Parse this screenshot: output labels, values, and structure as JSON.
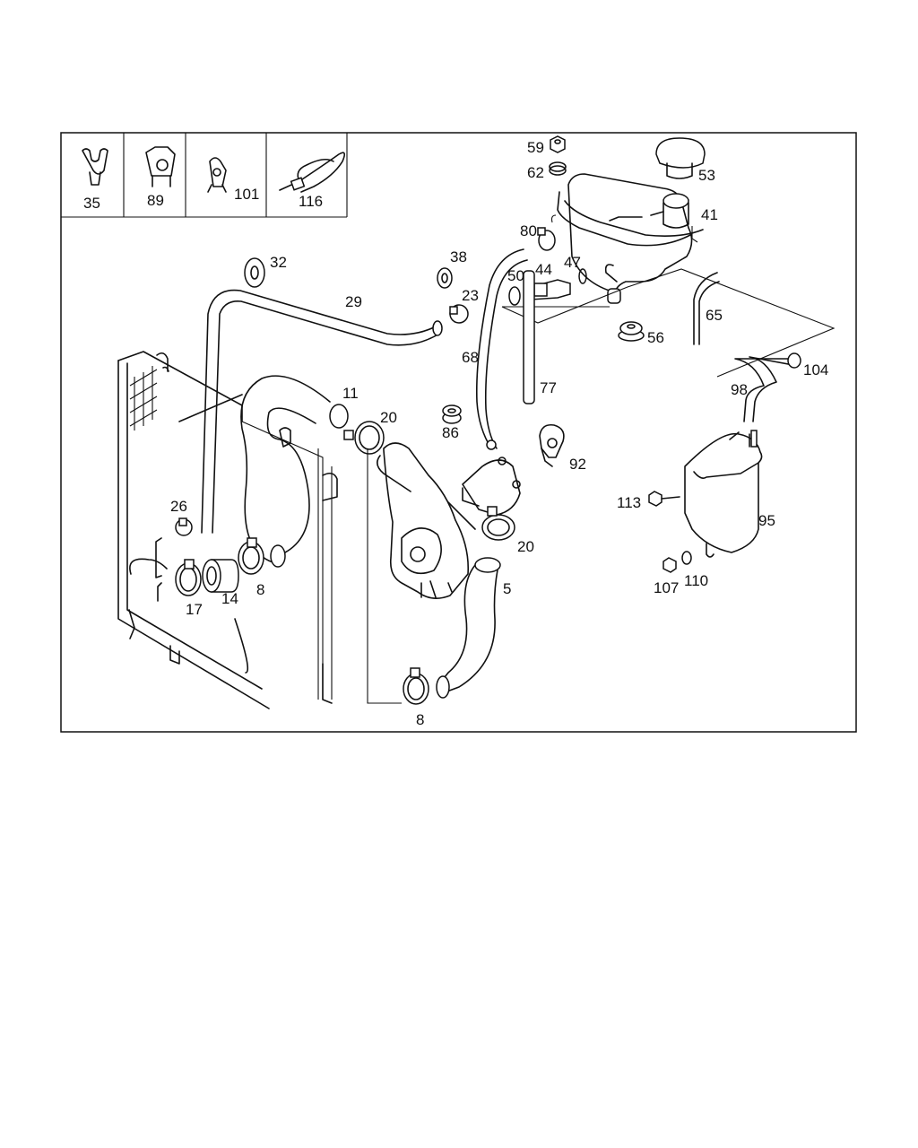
{
  "diagram": {
    "legend_items": [
      {
        "id": "35",
        "label": "35"
      },
      {
        "id": "89",
        "label": "89"
      },
      {
        "id": "101",
        "label": "101"
      },
      {
        "id": "116",
        "label": "116"
      }
    ],
    "callouts": {
      "p59": "59",
      "p62": "62",
      "p53": "53",
      "p41": "41",
      "p80": "80",
      "p38": "38",
      "p32": "32",
      "p50": "50",
      "p44": "44",
      "p47": "47",
      "p23": "23",
      "p29": "29",
      "p65": "65",
      "p56": "56",
      "p104": "104",
      "p68": "68",
      "p98": "98",
      "p77": "77",
      "p11": "11",
      "p20a": "20",
      "p86": "86",
      "p92": "92",
      "p113": "113",
      "p95": "95",
      "p26": "26",
      "p20b": "20",
      "p5": "5",
      "p8a": "8",
      "p14": "14",
      "p17": "17",
      "p107": "107",
      "p110": "110",
      "p8b": "8"
    }
  }
}
